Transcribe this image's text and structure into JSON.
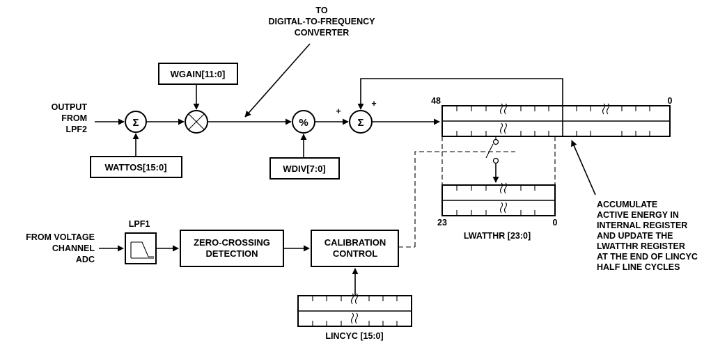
{
  "labels": {
    "to_dfc": [
      "TO",
      "DIGITAL-TO-FREQUENCY",
      "CONVERTER"
    ],
    "output_from_lpf2": [
      "OUTPUT",
      "FROM",
      "LPF2"
    ],
    "from_voltage": [
      "FROM VOLTAGE",
      "CHANNEL",
      "ADC"
    ],
    "lpf1": "LPF1",
    "bit48": "48",
    "bit0_top": "0",
    "bit23": "23",
    "bit0_lwatthr": "0",
    "plus_left": "+",
    "plus_top": "+",
    "lwatthr": "LWATTHR [23:0]",
    "lincyc": "LINCYC [15:0]",
    "accumulate": [
      "ACCUMULATE",
      "ACTIVE ENERGY IN",
      "INTERNAL REGISTER",
      "AND UPDATE THE",
      "LWATTHR REGISTER",
      "AT THE END OF LINCYC",
      "HALF LINE CYCLES"
    ]
  },
  "blocks": {
    "wgain": "WGAIN[11:0]",
    "wattos": "WATTOS[15:0]",
    "wdiv": "WDIV[7:0]",
    "zero_crossing": [
      "ZERO-CROSSING",
      "DETECTION"
    ],
    "calibration": [
      "CALIBRATION",
      "CONTROL"
    ]
  },
  "symbols": {
    "sum": "Σ",
    "divide": "%"
  }
}
